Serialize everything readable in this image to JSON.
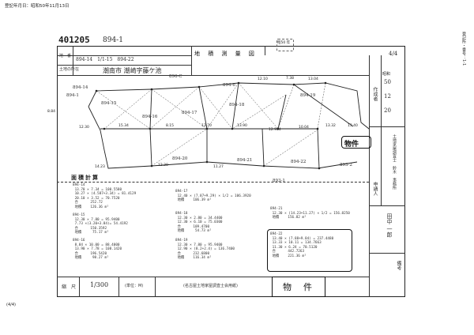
{
  "header": {
    "print_date_label": "登記年月日：昭和50年11月13日",
    "doc_number": "401205",
    "lot_handwritten": "894-1",
    "right_margin_vertical": "登記所・番号：1-1"
  },
  "form": {
    "row1_label": "地　番",
    "row1_value": "894-14　1/1-15　894-22",
    "row2_label": "土地の所在",
    "row2_value": "潮南市 潮崎字藤ケ池",
    "title": "地 積 測 量 図",
    "page_fraction": "4/4",
    "stamp_text": "昭50 年",
    "calc_section_title": "面積計算",
    "scale_label": "縮　尺",
    "scale_value": "1/300",
    "unit_note": "(単位：M)",
    "association_note": "(名古屋土地家屋調査士会用紙)",
    "bottom_page": "(4/4)",
    "right_block_labels": [
      "作成者",
      "申請人",
      "備考"
    ],
    "right_date": {
      "year_label": "昭和",
      "year": "50",
      "month": "12",
      "day": "20"
    },
    "right_vertical_text": "土地家屋調査士　鈴木　事務所",
    "right_person_name": "田中 一郎"
  },
  "parcel_tags": {
    "p14": "894-14",
    "p15": "894-15",
    "p16": "894-16",
    "p17": "894-17",
    "p18": "894-18",
    "p19": "894-19",
    "p20": "894-20",
    "p21": "894-21",
    "p22": "894-22",
    "p1": "894-1",
    "p2": "893-2",
    "p3": "893-1",
    "p6": "894-6",
    "pc": "896-C"
  },
  "property_label": "物件",
  "calculations": {
    "c14": "894-14\n 13.70 × 7.34 = 100.5580\n 10.27 × (4.587+3.34) = 81.4129\n 20.10 × 3.52 = 70.7520\n 合　　　 252.72\n 地積　　 126.36 m²",
    "c15": "894-15\n 12.30 × 7.80 = 95.9400\n 7.73 ×(3.20+3.84)= 54.4192\n 合　　　 150.3592\n 地積　　  75.17 m²",
    "c16": "894-16\n 8.84 × 10.00 = 88.4000\n 13.90 × 7.78 = 108.1420\n 合　　　 196.5420\n 地積　　  98.27 m²",
    "c17": "894-17\n 12.40 × (7.87+9.29) × 1/2 = 106.3920\n 地積　　 106.39 m²",
    "c18": "894-18\n 12.30 × 2.80 = 34.4400\n 12.30 × 6.10 = 75.0300\n 合　　　 109.4700\n 地積　　  54.73 m²",
    "c19": "894-19\n 12.30 × 7.80 = 95.9400\n 12.90 × (8.2+2.4) = 136.7400\n 合　　　 232.6800\n 地積　　 116.34 m²",
    "c21": "894-21\n 12.30 × (14.23+11.27) × 1/2 = 156.8250\n 地積　　 156.82 m²",
    "c22": "894-22\n 13.40 × (7.88+9.84) = 237.4480\n 13.33 × 10.11 = 134.7663\n 11.30 × 6.24 = 70.5120\n 合　　　 442.7263\n 地積　　 221.36 m²"
  },
  "property_box_label": "物　件",
  "dimensions": [
    "12.10",
    "7.38",
    "13.04",
    "12.30",
    "15.34",
    "8.15",
    "13.70",
    "13.90",
    "12.904",
    "10.04",
    "13.32",
    "13.40",
    "14.23",
    "12.30",
    "11.27",
    "8.84"
  ]
}
